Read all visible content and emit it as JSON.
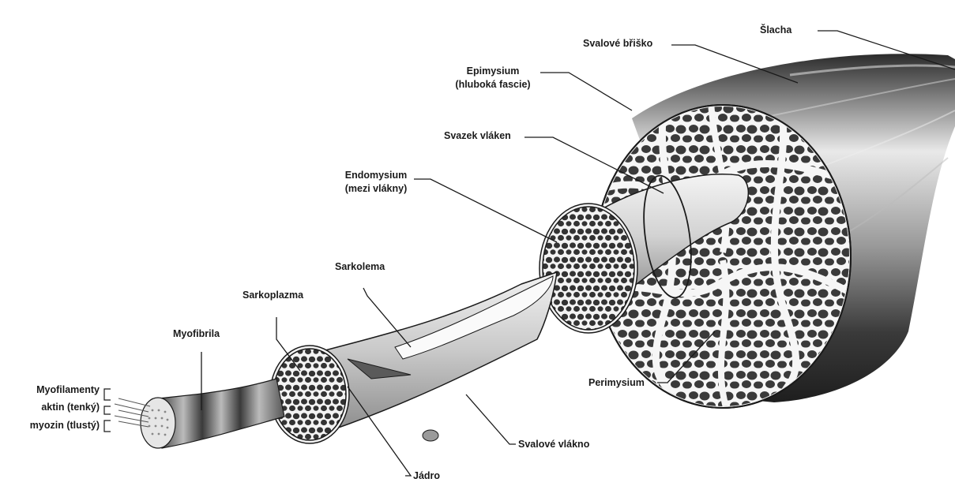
{
  "labels": {
    "slacha": "Šlacha",
    "svalove_brisko": "Svalové břiško",
    "epimysium_line1": "Epimysium",
    "epimysium_line2": "(hluboká fascie)",
    "svazek_vlaken": "Svazek vláken",
    "endomysium_line1": "Endomysium",
    "endomysium_line2": "(mezi vlákny)",
    "sarkolema": "Sarkolema",
    "sarkoplazma": "Sarkoplazma",
    "myofibrila": "Myofibrila",
    "myofilamenty": "Myofilamenty",
    "aktin": "aktin (tenký)",
    "myozin": "myozin (tlustý)",
    "perimysium": "Perimysium",
    "svalove_vlakno": "Svalové vlákno",
    "jadro": "Jádro"
  },
  "colors": {
    "outline": "#1a1a1a",
    "cross_section_fill": "#3a3a3a",
    "fiber_light": "#ececec",
    "fiber_mid": "#bdbdbd",
    "fiber_dark": "#555555"
  }
}
